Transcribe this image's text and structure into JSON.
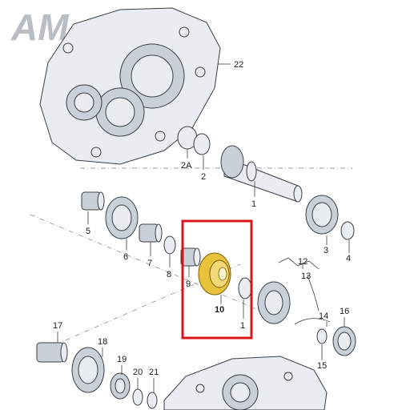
{
  "logo": {
    "text": "AM"
  },
  "highlight": {
    "color": "#d9141b",
    "part_fill": "#e8c23a"
  },
  "callouts": [
    {
      "id": "c22",
      "label": "22"
    },
    {
      "id": "c2a",
      "label": "2A"
    },
    {
      "id": "c2",
      "label": "2"
    },
    {
      "id": "c1a",
      "label": "1"
    },
    {
      "id": "c5",
      "label": "5"
    },
    {
      "id": "c6",
      "label": "6"
    },
    {
      "id": "c7",
      "label": "7"
    },
    {
      "id": "c8",
      "label": "8"
    },
    {
      "id": "c9",
      "label": "9"
    },
    {
      "id": "c10",
      "label": "10"
    },
    {
      "id": "c1b",
      "label": "1"
    },
    {
      "id": "c12",
      "label": "12"
    },
    {
      "id": "c13",
      "label": "13"
    },
    {
      "id": "c3",
      "label": "3"
    },
    {
      "id": "c4",
      "label": "4"
    },
    {
      "id": "c16",
      "label": "16"
    },
    {
      "id": "c14",
      "label": "14"
    },
    {
      "id": "c15",
      "label": "15"
    },
    {
      "id": "c17",
      "label": "17"
    },
    {
      "id": "c18",
      "label": "18"
    },
    {
      "id": "c19",
      "label": "19"
    },
    {
      "id": "c20",
      "label": "20"
    },
    {
      "id": "c21",
      "label": "21"
    }
  ]
}
